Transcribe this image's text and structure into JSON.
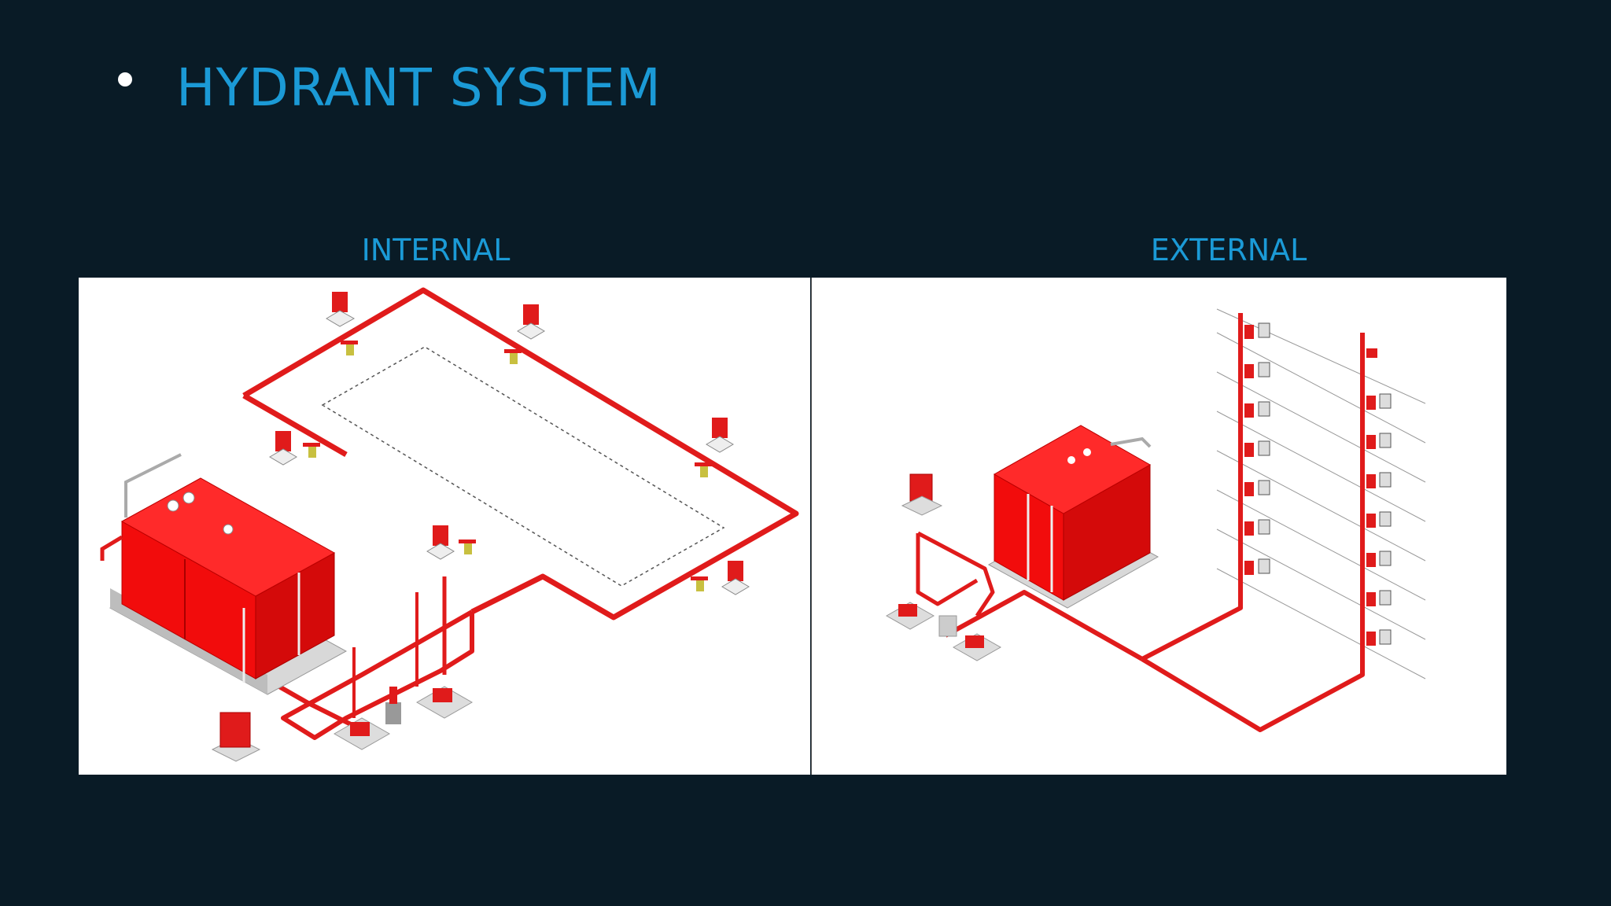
{
  "slide": {
    "title": "HYDRANT SYSTEM"
  },
  "panels": {
    "internal": {
      "label": "INTERNAL"
    },
    "external": {
      "label": "EXTERNAL"
    }
  },
  "colors": {
    "background": "#091b26",
    "accent_text": "#1b9ad6",
    "pipe_red": "#e01b1b",
    "tank_red": "#f20c0c"
  }
}
